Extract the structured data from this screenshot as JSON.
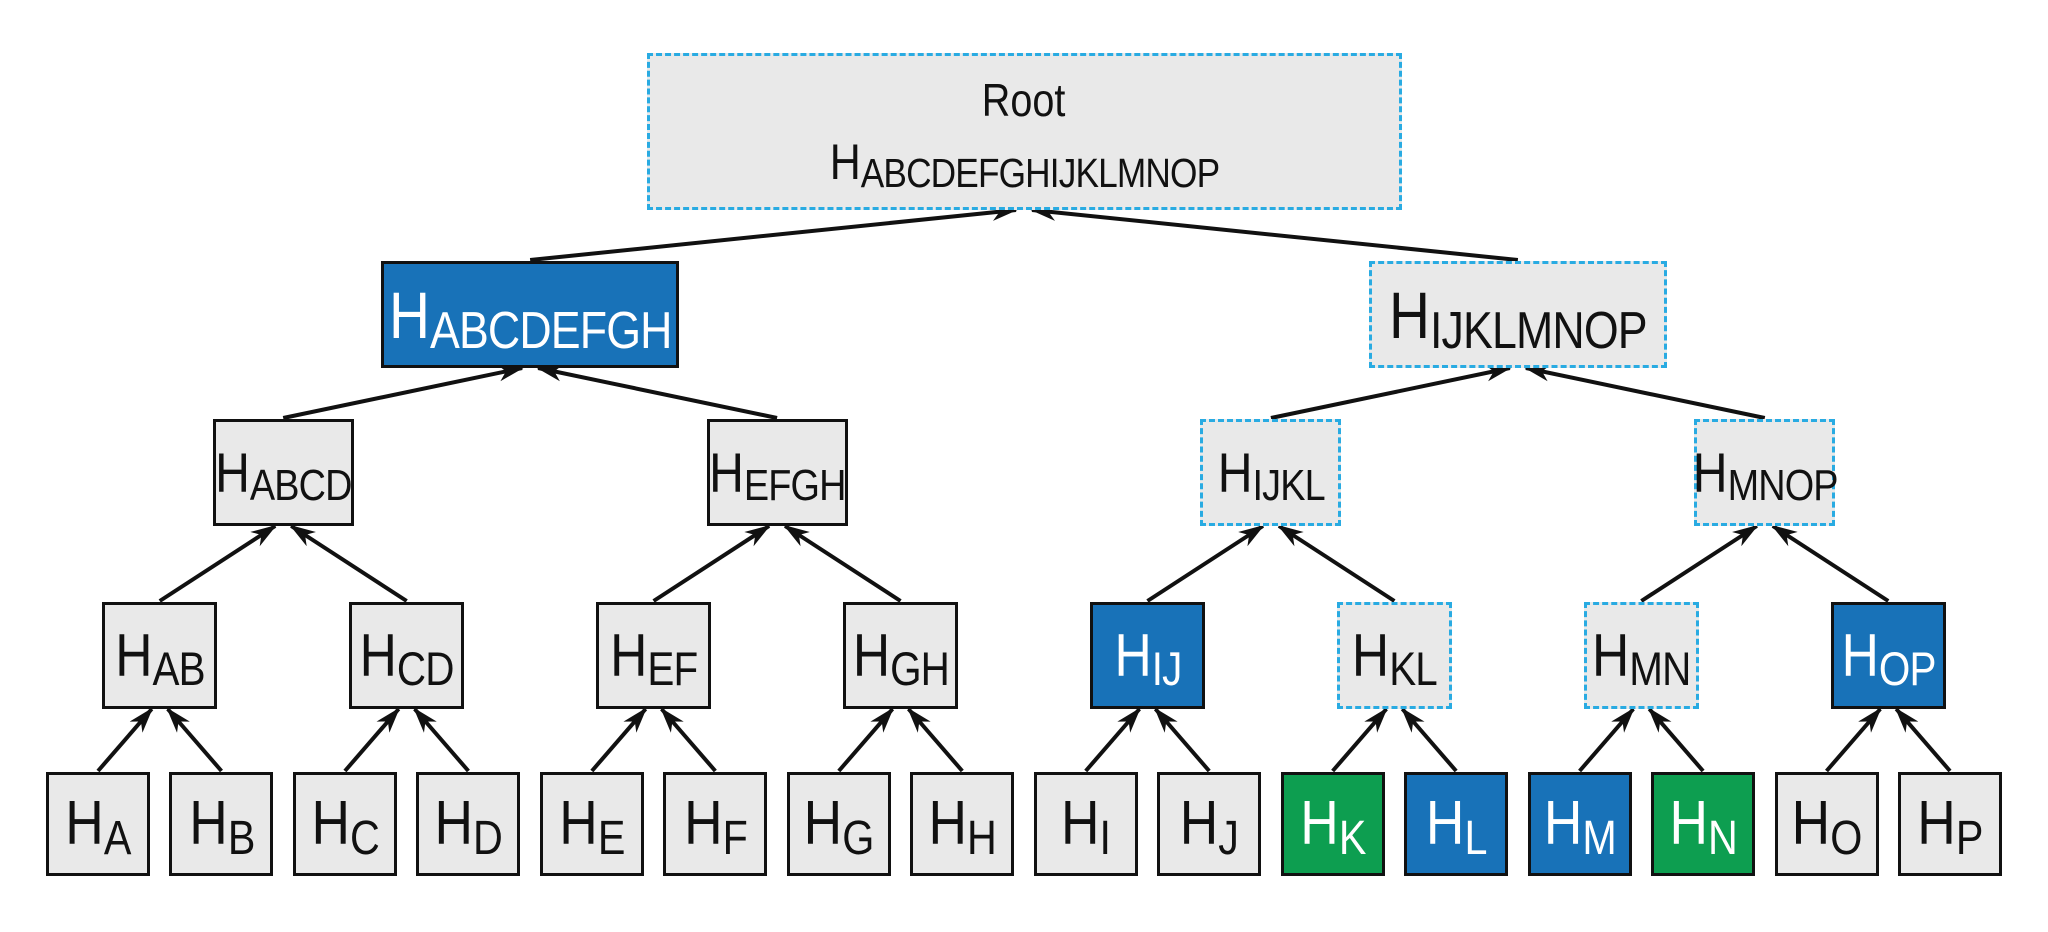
{
  "palette": {
    "background": "#ffffff",
    "gray_fill": "#e9e9e9",
    "black_border": "#111111",
    "dashed_blue_border": "#29abe2",
    "blue_fill": "#1872b8",
    "green_fill": "#0d9e50",
    "dark_text": "#111111",
    "light_text": "#ffffff",
    "arrow": "#111111"
  },
  "styles": {
    "plain": {
      "fill": "#e9e9e9",
      "border_color": "#111111",
      "border_style": "solid",
      "text": "#111111"
    },
    "blue": {
      "fill": "#1872b8",
      "border_color": "#111111",
      "border_style": "solid",
      "text": "#ffffff"
    },
    "green": {
      "fill": "#0d9e50",
      "border_color": "#111111",
      "border_style": "solid",
      "text": "#ffffff"
    },
    "dashed": {
      "fill": "#e9e9e9",
      "border_color": "#29abe2",
      "border_style": "dashed",
      "text": "#111111"
    }
  },
  "tree": {
    "rows": [
      {
        "name": "root",
        "nodes": [
          {
            "title": "Root",
            "h": "H",
            "sub": "ABCDEFGHIJKLMNOP",
            "style": "dashed"
          }
        ]
      },
      {
        "name": "level-2",
        "nodes": [
          {
            "h": "H",
            "sub": "ABCDEFGH",
            "style": "blue"
          },
          {
            "h": "H",
            "sub": "IJKLMNOP",
            "style": "dashed"
          }
        ]
      },
      {
        "name": "level-3",
        "nodes": [
          {
            "h": "H",
            "sub": "ABCD",
            "style": "plain"
          },
          {
            "h": "H",
            "sub": "EFGH",
            "style": "plain"
          },
          {
            "h": "H",
            "sub": "IJKL",
            "style": "dashed"
          },
          {
            "h": "H",
            "sub": "MNOP",
            "style": "dashed"
          }
        ]
      },
      {
        "name": "level-4",
        "nodes": [
          {
            "h": "H",
            "sub": "AB",
            "style": "plain"
          },
          {
            "h": "H",
            "sub": "CD",
            "style": "plain"
          },
          {
            "h": "H",
            "sub": "EF",
            "style": "plain"
          },
          {
            "h": "H",
            "sub": "GH",
            "style": "plain"
          },
          {
            "h": "H",
            "sub": "IJ",
            "style": "blue"
          },
          {
            "h": "H",
            "sub": "KL",
            "style": "dashed"
          },
          {
            "h": "H",
            "sub": "MN",
            "style": "dashed"
          },
          {
            "h": "H",
            "sub": "OP",
            "style": "blue"
          }
        ]
      },
      {
        "name": "leaves",
        "nodes": [
          {
            "h": "H",
            "sub": "A",
            "style": "plain"
          },
          {
            "h": "H",
            "sub": "B",
            "style": "plain"
          },
          {
            "h": "H",
            "sub": "C",
            "style": "plain"
          },
          {
            "h": "H",
            "sub": "D",
            "style": "plain"
          },
          {
            "h": "H",
            "sub": "E",
            "style": "plain"
          },
          {
            "h": "H",
            "sub": "F",
            "style": "plain"
          },
          {
            "h": "H",
            "sub": "G",
            "style": "plain"
          },
          {
            "h": "H",
            "sub": "H",
            "style": "plain"
          },
          {
            "h": "H",
            "sub": "I",
            "style": "plain"
          },
          {
            "h": "H",
            "sub": "J",
            "style": "plain"
          },
          {
            "h": "H",
            "sub": "K",
            "style": "green"
          },
          {
            "h": "H",
            "sub": "L",
            "style": "blue"
          },
          {
            "h": "H",
            "sub": "M",
            "style": "blue"
          },
          {
            "h": "H",
            "sub": "N",
            "style": "green"
          },
          {
            "h": "H",
            "sub": "O",
            "style": "plain"
          },
          {
            "h": "H",
            "sub": "P",
            "style": "plain"
          }
        ]
      }
    ]
  }
}
